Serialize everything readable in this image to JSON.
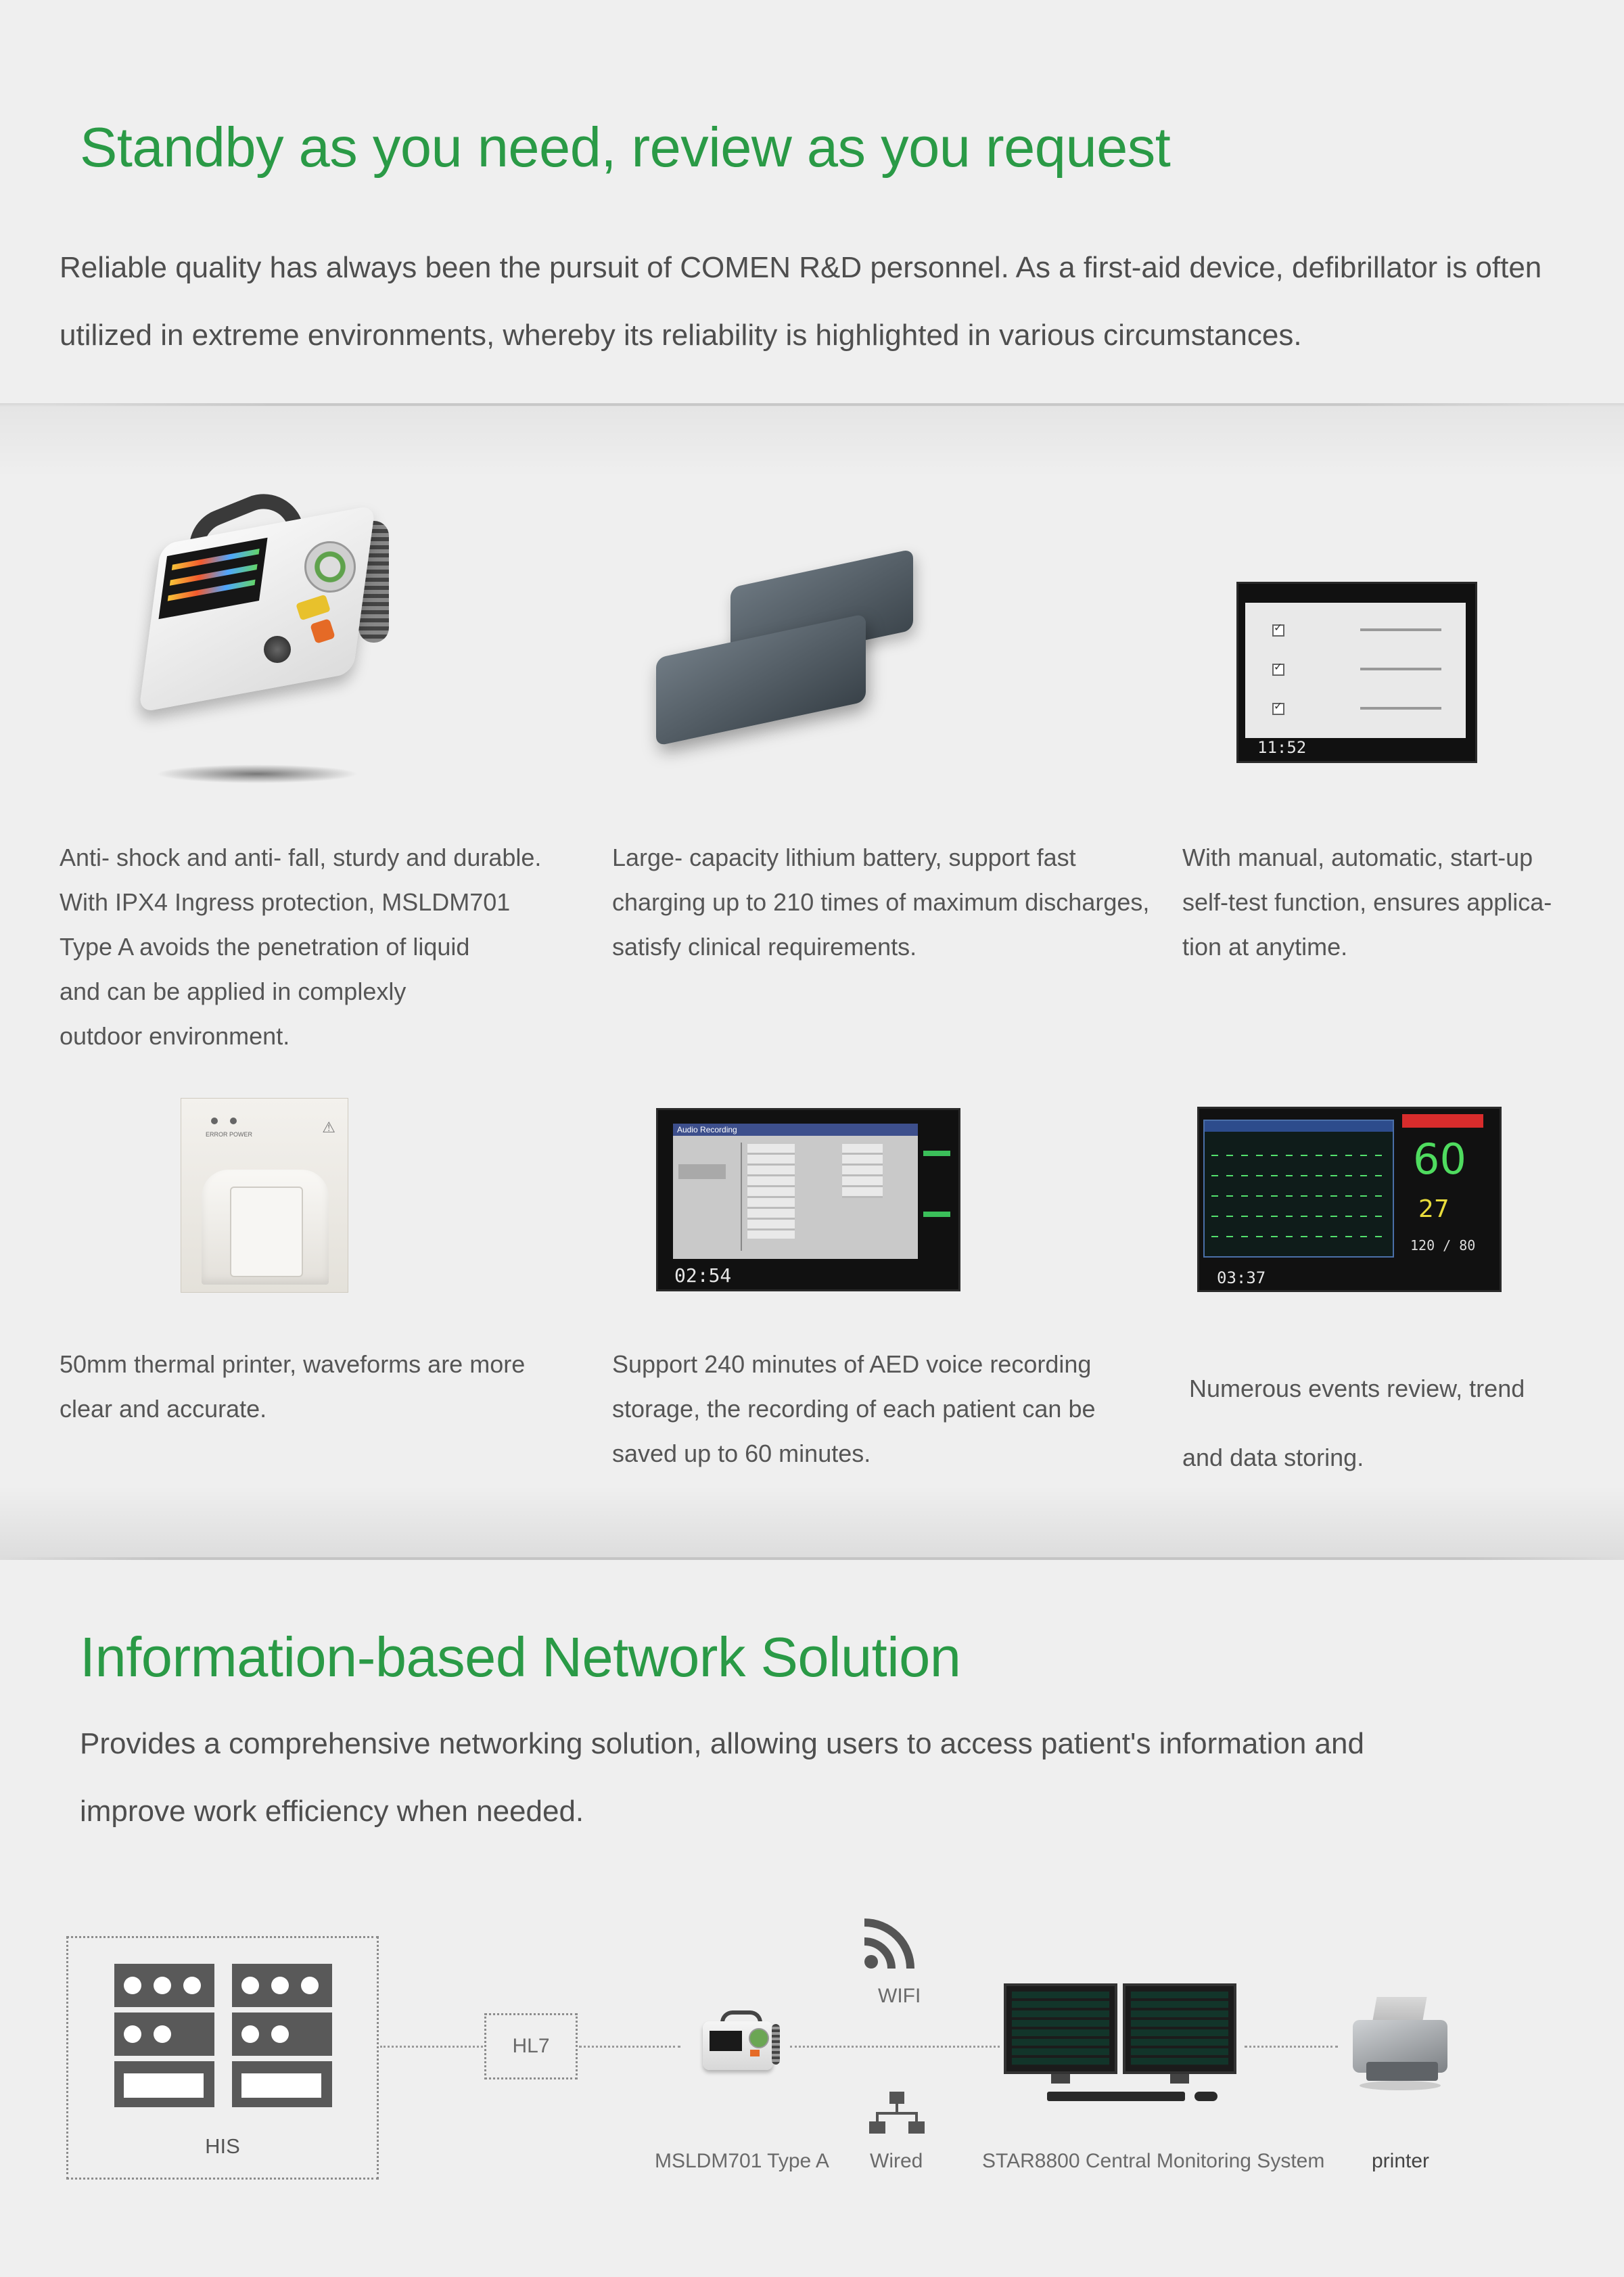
{
  "section1": {
    "title": "Standby as you need, review as you request",
    "intro_line1": "Reliable quality has always been the pursuit of COMEN R&D personnel. As a first-aid device, defibrillator is often",
    "intro_line2": "utilized in extreme environments, whereby its reliability is highlighted in various circumstances."
  },
  "features": [
    {
      "lines": [
        "Anti- shock and anti- fall, sturdy and durable.",
        "With IPX4 Ingress protection, MSLDM701",
        "Type A avoids the penetration of liquid",
        "and can be applied in complexly",
        "outdoor environment."
      ],
      "image_icon": "defibrillator-image"
    },
    {
      "lines": [
        "Large- capacity lithium battery, support fast",
        "charging up to 210 times of maximum discharges,",
        "satisfy clinical requirements."
      ],
      "image_icon": "battery-image"
    },
    {
      "lines": [
        "With manual, automatic, start-up",
        "self-test function, ensures applica-",
        "tion at anytime."
      ],
      "image_icon": "self-test-screen-image",
      "screen_time": "11:52"
    },
    {
      "lines": [
        "50mm thermal printer, waveforms are more",
        "clear and accurate."
      ],
      "image_icon": "thermal-printer-image"
    },
    {
      "lines": [
        "Support 240 minutes of AED voice recording",
        "storage, the recording of each patient can be",
        "saved up to 60 minutes."
      ],
      "image_icon": "voice-recording-screen-image",
      "screen_time": "02:54",
      "screen_dialog_title": "Audio Recording"
    },
    {
      "lines": [
        " Numerous events review, trend",
        "and data storing."
      ],
      "image_icon": "event-review-screen-image",
      "screen_time": "03:37",
      "screen_values": [
        "60",
        "27",
        "120 / 80"
      ]
    }
  ],
  "section2": {
    "title": "Information-based Network Solution",
    "intro_line1": "Provides a comprehensive networking solution, allowing users to access patient's information and",
    "intro_line2": "improve work efficiency when needed."
  },
  "network": {
    "his_label": "HIS",
    "hl7_label": "HL7",
    "device_label": "MSLDM701 Type A",
    "wifi_label": "WIFI",
    "wired_label": "Wired",
    "cms_label": "STAR8800 Central Monitoring System",
    "printer_label": "printer"
  },
  "colors": {
    "title_green": "#2a9a46",
    "background": "#efefef",
    "icon_gray": "#595959"
  }
}
